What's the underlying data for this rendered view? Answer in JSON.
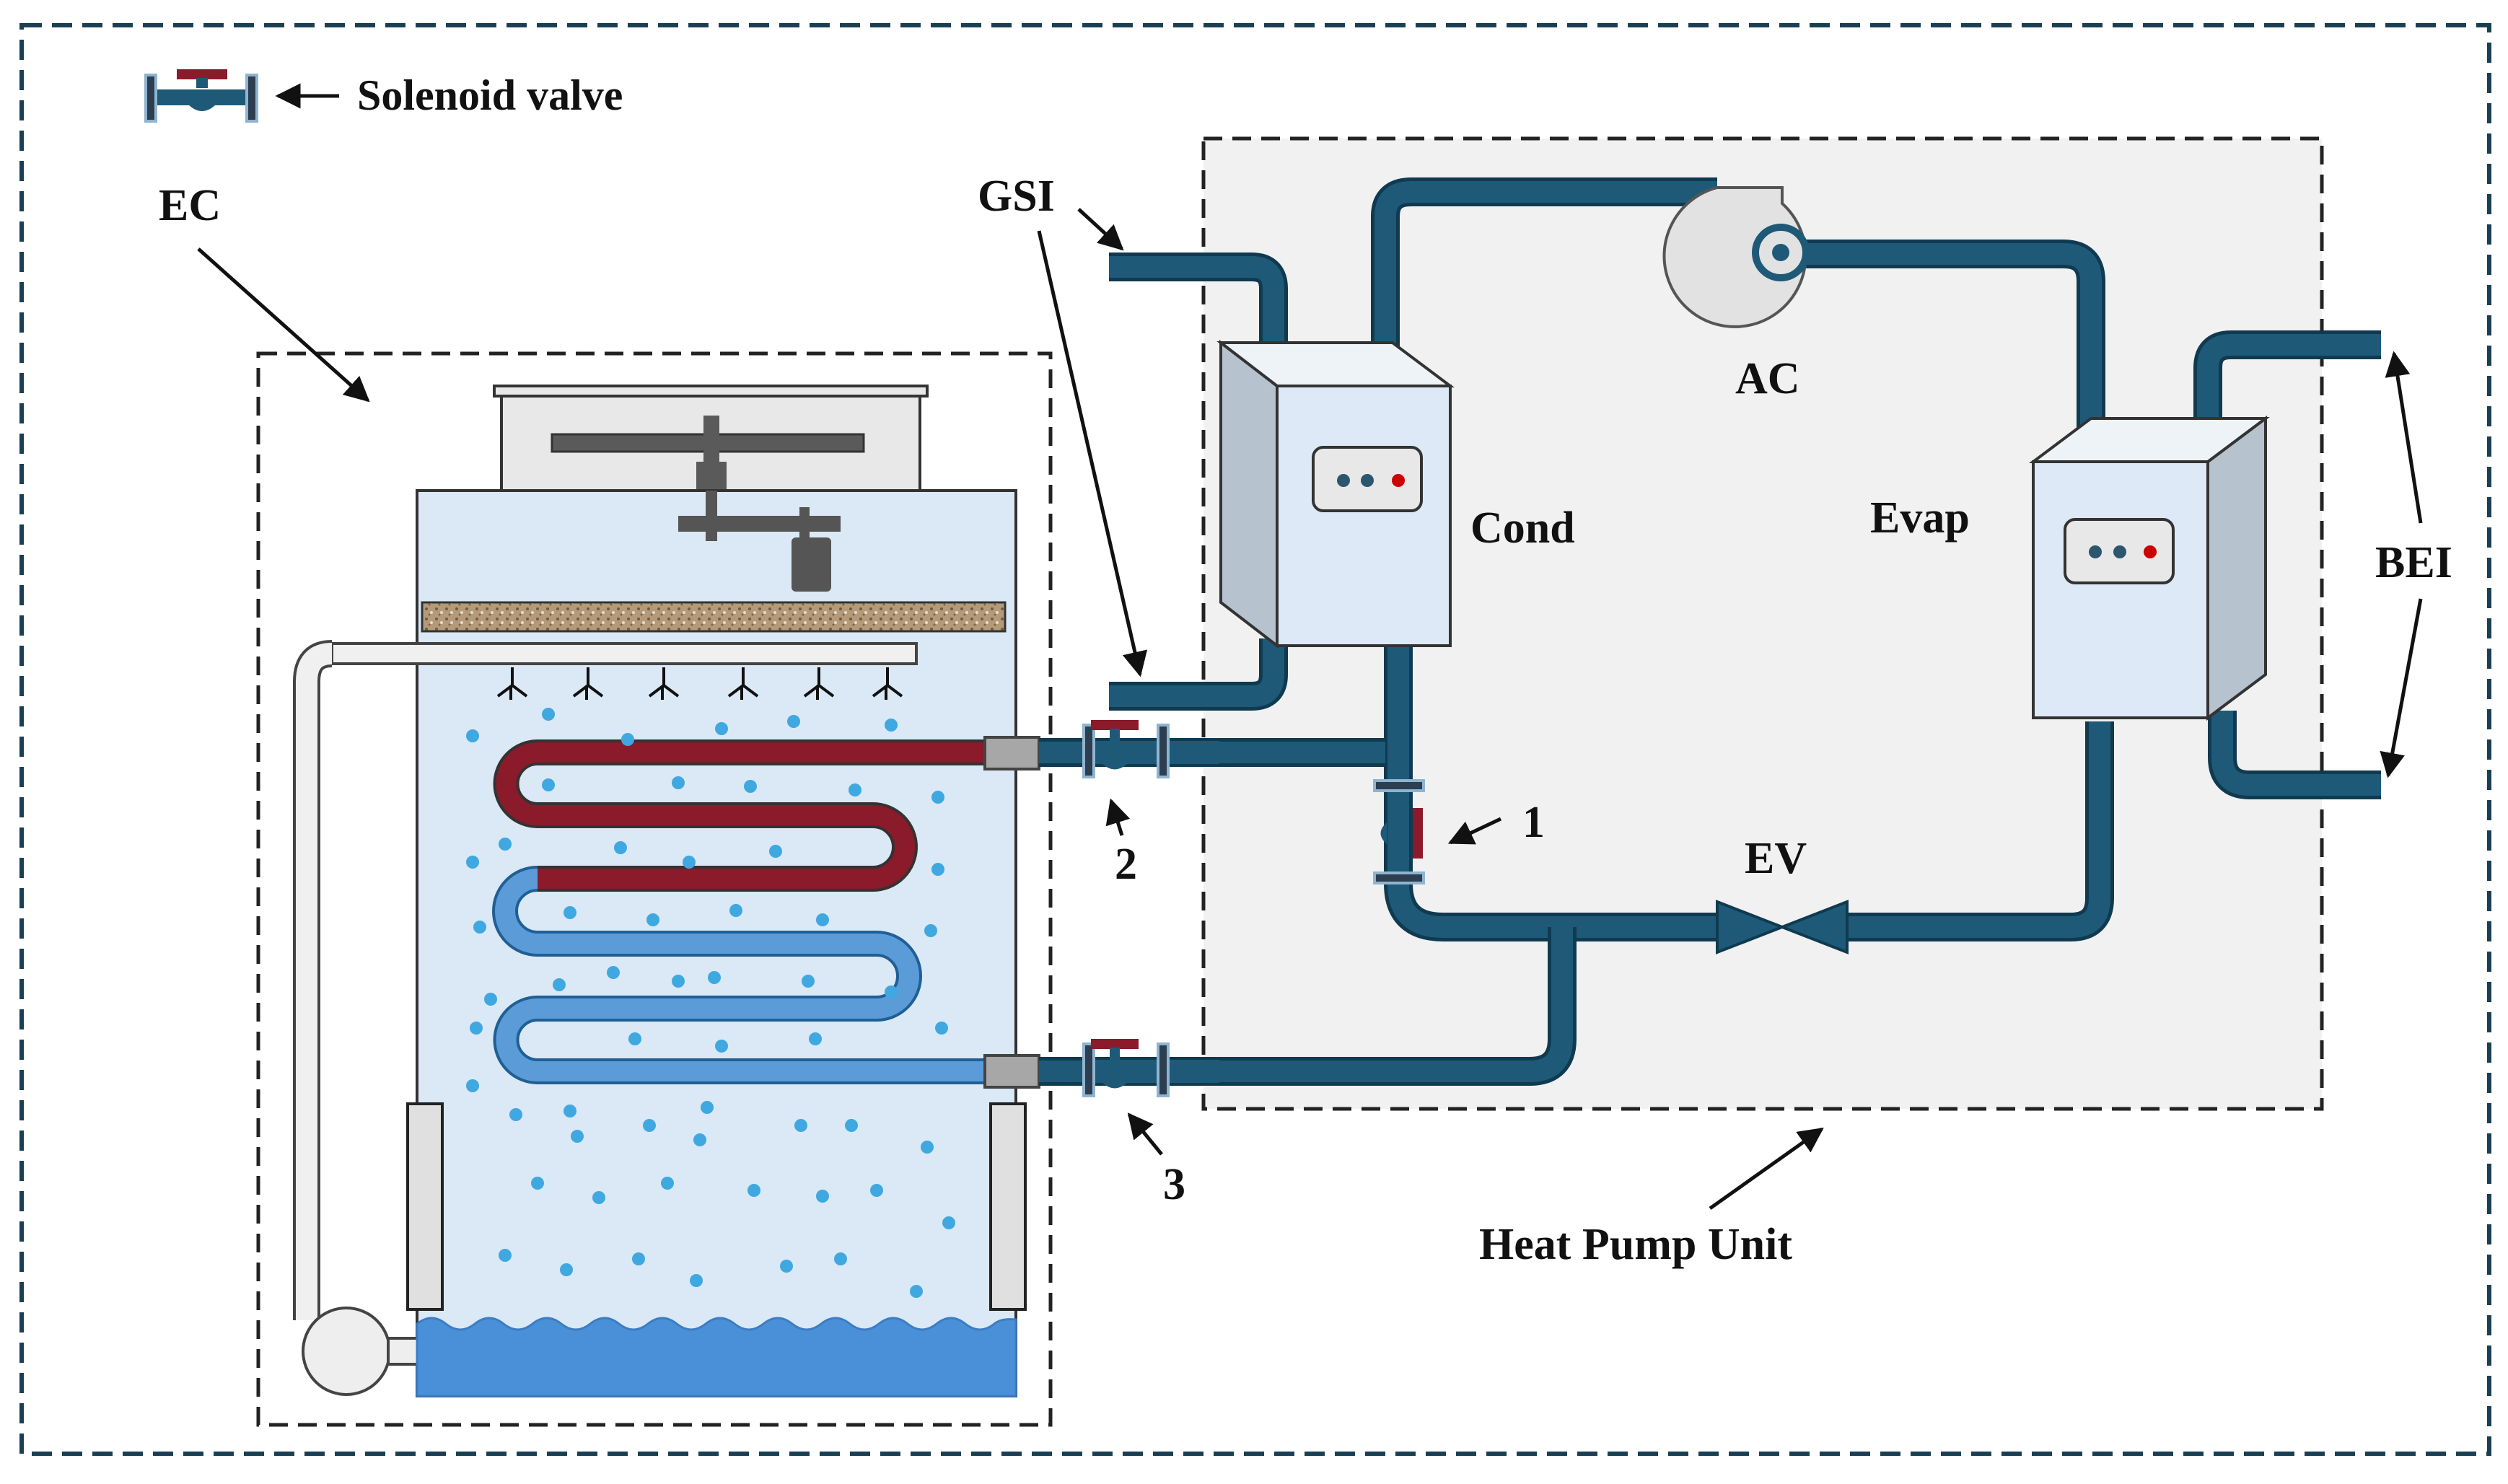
{
  "legend": {
    "label": "Solenoid valve"
  },
  "labels": {
    "ec": "EC",
    "gsi": "GSI",
    "ac": "AC",
    "cond": "Cond",
    "evap": "Evap",
    "bei": "BEI",
    "ev": "EV",
    "heat_pump_unit": "Heat Pump Unit",
    "valve_1": "1",
    "valve_2": "2",
    "valve_3": "3"
  },
  "colors": {
    "pipe": "#1e5a78",
    "hot_coil": "#8b1a2b",
    "cold_coil": "#5b9bd8",
    "tower_body": "#dbe8f5",
    "water": "#4a90d9",
    "droplet": "#3fa8e0",
    "panel": "#f1f1f1",
    "box_front": "#dde9f6",
    "box_side": "#b6c3cf",
    "dashed_border": "#1a3f55"
  }
}
